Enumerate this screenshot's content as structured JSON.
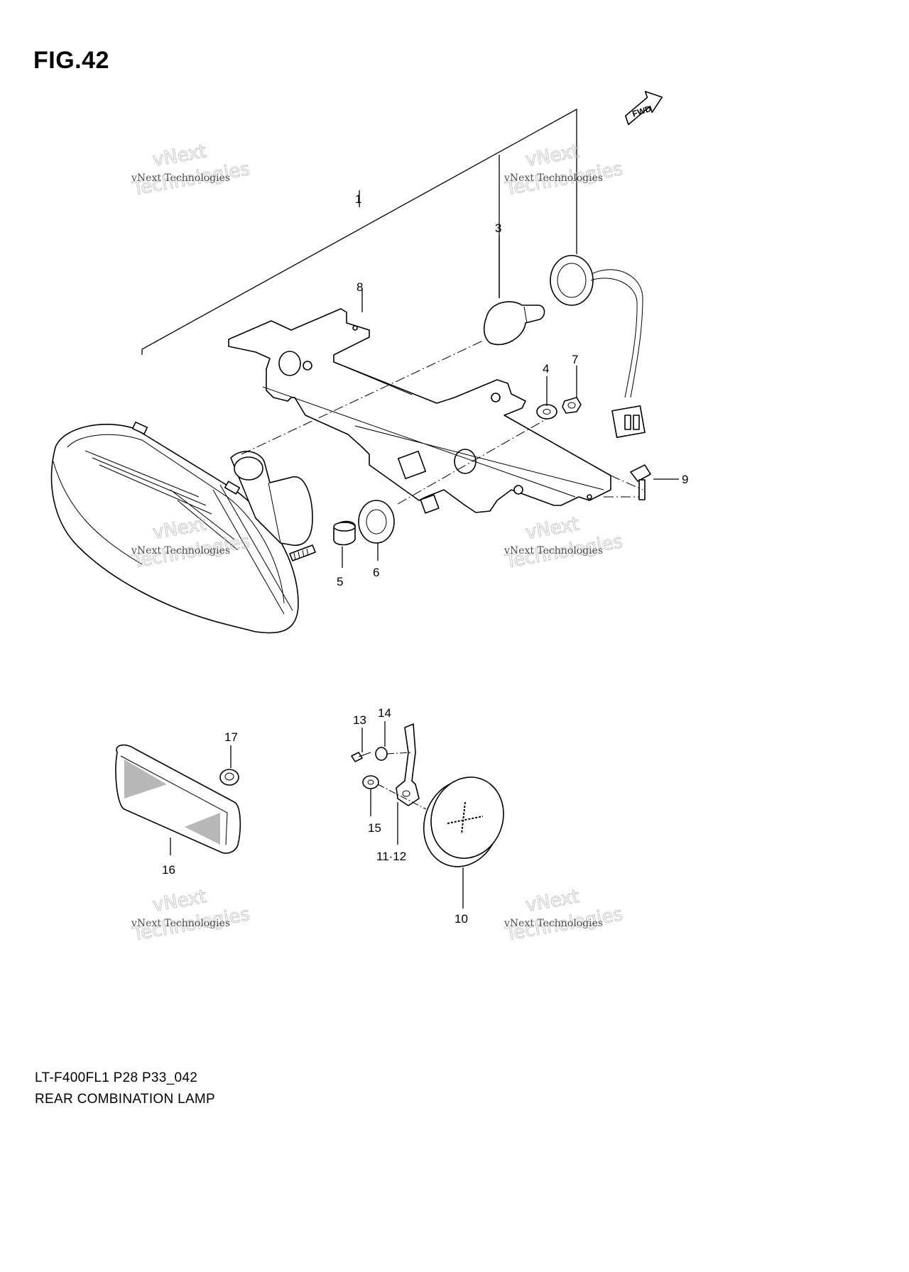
{
  "figure": {
    "title": "FIG.42",
    "fwd_label": "FWD"
  },
  "caption": {
    "model_code": "LT-F400FL1 P28 P33_042",
    "title": "REAR COMBINATION LAMP"
  },
  "watermark": {
    "line1": "vNext Technologies",
    "line2": "Technologies",
    "small": "vNext"
  },
  "callouts": [
    "1",
    "3",
    "4",
    "5",
    "6",
    "7",
    "8",
    "9",
    "10",
    "11·12",
    "13",
    "14",
    "15",
    "16",
    "17"
  ]
}
